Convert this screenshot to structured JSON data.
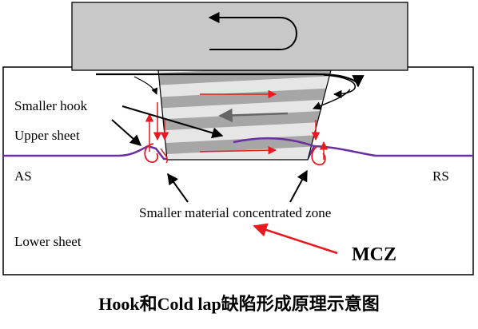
{
  "diagram": {
    "labels": {
      "smaller_hook": "Smaller hook",
      "upper_sheet": "Upper sheet",
      "as": "AS",
      "rs": "RS",
      "smaller_mcz": "Smaller material concentrated zone",
      "lower_sheet": "Lower sheet",
      "mcz": "MCZ"
    },
    "caption": "Hook和Cold lap缺陷形成原理示意图",
    "colors": {
      "interface": "#6a2fa0",
      "flow_red": "#e8191f",
      "arrow_black": "#000000",
      "shoulder": "#c8c8c8",
      "pin_dark": "#a6a6a6",
      "pin_light": "#e6e6e6"
    }
  }
}
